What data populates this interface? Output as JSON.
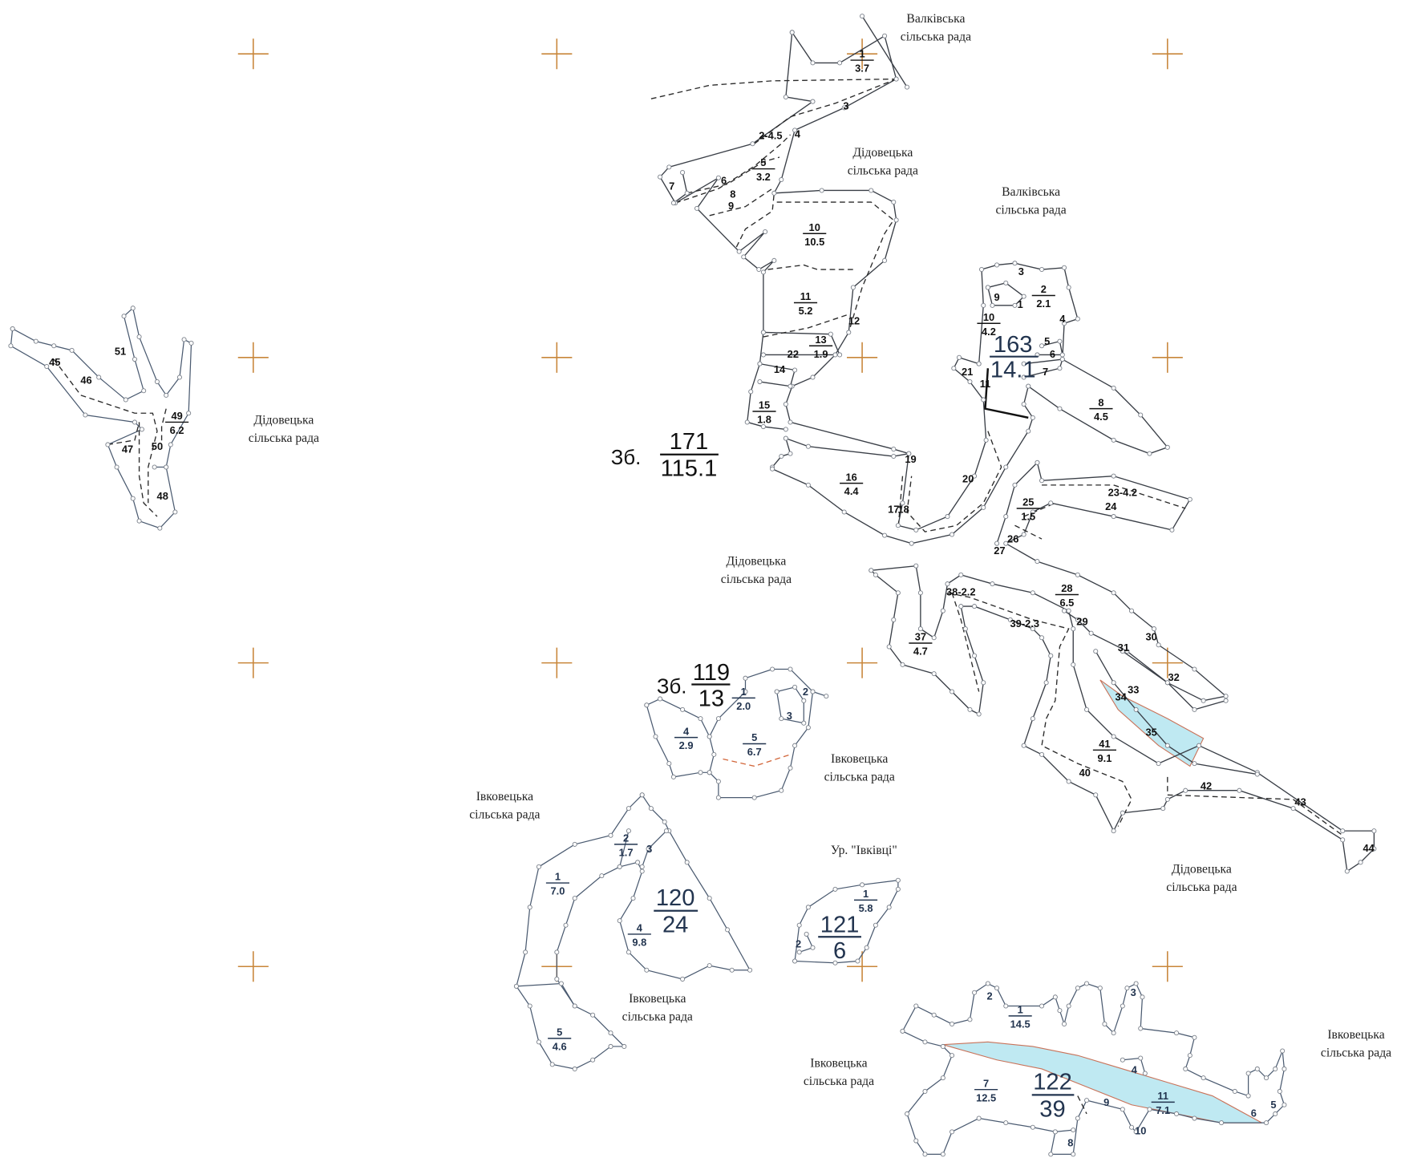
{
  "map": {
    "region_labels": [
      {
        "line1": "Валківська",
        "line2": "сільська рада"
      },
      {
        "line1": "Дідовецька",
        "line2": "сільська рада"
      },
      {
        "line1": "Валківська",
        "line2": "сільська рада"
      },
      {
        "line1": "Дідовецька",
        "line2": "сільська рада"
      },
      {
        "line1": "Дідовецька",
        "line2": "сільська рада"
      },
      {
        "line1": "Івковецька",
        "line2": "сільська рада"
      },
      {
        "line1": "Івковецька",
        "line2": "сільська рада"
      },
      {
        "line1": "Івковецька",
        "line2": "сільська рада"
      },
      {
        "line1": "Дідовецька",
        "line2": "сільська рада"
      },
      {
        "line1": "Івковецька",
        "line2": "сільська рада"
      },
      {
        "line1": "Івковецька",
        "line2": "сільська рада"
      }
    ],
    "locality_label": "Ур. \"Івківці\"",
    "blocks": [
      {
        "prefix": "Зб.",
        "number": "171",
        "area": "115.1"
      },
      {
        "prefix": "Зб.",
        "number": "119",
        "area": "13"
      },
      {
        "prefix": "",
        "number": "163",
        "area": "14.1"
      },
      {
        "prefix": "",
        "number": "120",
        "area": "24"
      },
      {
        "prefix": "",
        "number": "121",
        "area": "6"
      },
      {
        "prefix": "",
        "number": "122",
        "area": "39"
      }
    ],
    "parcels": [
      {
        "top": "1",
        "bottom": "3.7"
      },
      {
        "label": "3"
      },
      {
        "label": "2-4.5"
      },
      {
        "label": "4"
      },
      {
        "top": "5",
        "bottom": "3.2"
      },
      {
        "label": "7"
      },
      {
        "label": "6"
      },
      {
        "label": "8"
      },
      {
        "label": "9"
      },
      {
        "top": "10",
        "bottom": "10.5"
      },
      {
        "top": "11",
        "bottom": "5.2"
      },
      {
        "label": "12"
      },
      {
        "top": "13",
        "bottom": "1.9"
      },
      {
        "label": "22"
      },
      {
        "label": "14"
      },
      {
        "top": "15",
        "bottom": "1.8"
      },
      {
        "label": "19"
      },
      {
        "top": "16",
        "bottom": "4.4"
      },
      {
        "label": "20"
      },
      {
        "label": "17"
      },
      {
        "label": "18"
      },
      {
        "label": "21"
      },
      {
        "label": "11"
      },
      {
        "label": "3"
      },
      {
        "label": "9"
      },
      {
        "top": "2",
        "bottom": "2.1"
      },
      {
        "label": "1"
      },
      {
        "top": "10",
        "bottom": "4.2"
      },
      {
        "label": "4"
      },
      {
        "label": "5"
      },
      {
        "label": "6"
      },
      {
        "label": "7"
      },
      {
        "top": "8",
        "bottom": "4.5"
      },
      {
        "top": "25",
        "bottom": "1.5"
      },
      {
        "label": "23-4.2"
      },
      {
        "label": "24"
      },
      {
        "label": "26"
      },
      {
        "label": "27"
      },
      {
        "top": "28",
        "bottom": "6.5"
      },
      {
        "label": "29"
      },
      {
        "label": "38-2.2"
      },
      {
        "label": "39-2.3"
      },
      {
        "top": "37",
        "bottom": "4.7"
      },
      {
        "label": "30"
      },
      {
        "label": "31"
      },
      {
        "label": "32"
      },
      {
        "label": "33"
      },
      {
        "label": "34"
      },
      {
        "label": "35"
      },
      {
        "top": "41",
        "bottom": "9.1"
      },
      {
        "label": "40"
      },
      {
        "label": "42"
      },
      {
        "label": "43"
      },
      {
        "label": "44"
      },
      {
        "top": "1",
        "bottom": "2.0"
      },
      {
        "label": "2"
      },
      {
        "label": "3"
      },
      {
        "top": "4",
        "bottom": "2.9"
      },
      {
        "top": "5",
        "bottom": "6.7"
      },
      {
        "top": "2",
        "bottom": "1.7"
      },
      {
        "label": "3"
      },
      {
        "top": "1",
        "bottom": "7.0"
      },
      {
        "top": "4",
        "bottom": "9.8"
      },
      {
        "top": "5",
        "bottom": "4.6"
      },
      {
        "top": "1",
        "bottom": "5.8"
      },
      {
        "label": "2"
      },
      {
        "label": "2"
      },
      {
        "label": "3"
      },
      {
        "top": "1",
        "bottom": "14.5"
      },
      {
        "label": "4"
      },
      {
        "top": "7",
        "bottom": "12.5"
      },
      {
        "label": "9"
      },
      {
        "top": "11",
        "bottom": "7.1"
      },
      {
        "label": "6"
      },
      {
        "label": "5"
      },
      {
        "label": "10"
      },
      {
        "label": "8"
      },
      {
        "label": "45"
      },
      {
        "label": "46"
      },
      {
        "label": "51"
      },
      {
        "top": "49",
        "bottom": "6.2"
      },
      {
        "label": "47"
      },
      {
        "label": "50"
      },
      {
        "label": "48"
      }
    ]
  },
  "colors": {
    "grid_cross": "#c8863a",
    "boundary": "#3a3f47",
    "water": "#bfe9f2",
    "water_edge": "#c9735a",
    "label_dark": "#111111",
    "label_blue": "#22344f"
  }
}
